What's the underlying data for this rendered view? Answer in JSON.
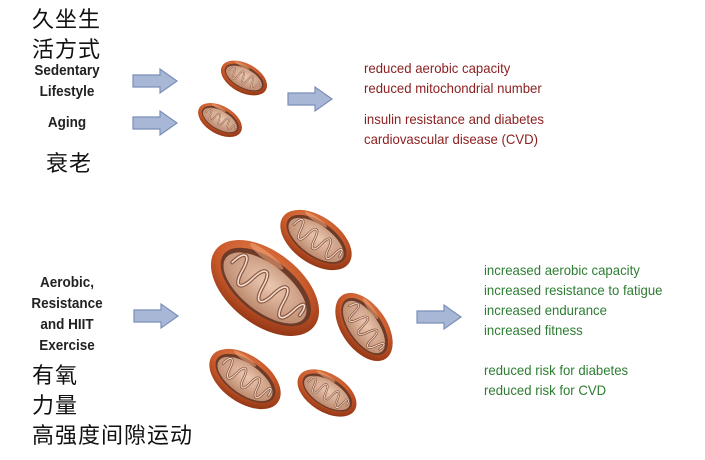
{
  "top": {
    "cn_lines": [
      "久坐生",
      "活方式"
    ],
    "sedentary_label": "Sedentary\nLifestyle",
    "aging_label": "Aging",
    "aging_cn": "衰老",
    "effects_group1": [
      "reduced aerobic capacity",
      "reduced mitochondrial number"
    ],
    "effects_group2": [
      "insulin resistance and diabetes",
      "cardiovascular disease (CVD)"
    ]
  },
  "bottom": {
    "exercise_label": "Aerobic,\nResistance\nand HIIT\nExercise",
    "cn_lines": [
      "有氧",
      "力量",
      "高强度间隙运动"
    ],
    "effects_group1": [
      "increased aerobic capacity",
      "increased resistance to fatigue",
      "increased endurance",
      "increased fitness"
    ],
    "effects_group2": [
      "reduced risk for diabetes",
      "reduced risk for CVD"
    ]
  },
  "colors": {
    "negative_text": "#8b1f1f",
    "positive_text": "#2e7d32",
    "arrow_fill": "#a9b7d6",
    "arrow_stroke": "#7a8fb8",
    "mito_outer": "#c8582a",
    "mito_inner": "#d9a283"
  },
  "icons": [
    "block-arrow-icon",
    "mitochondrion-icon"
  ]
}
